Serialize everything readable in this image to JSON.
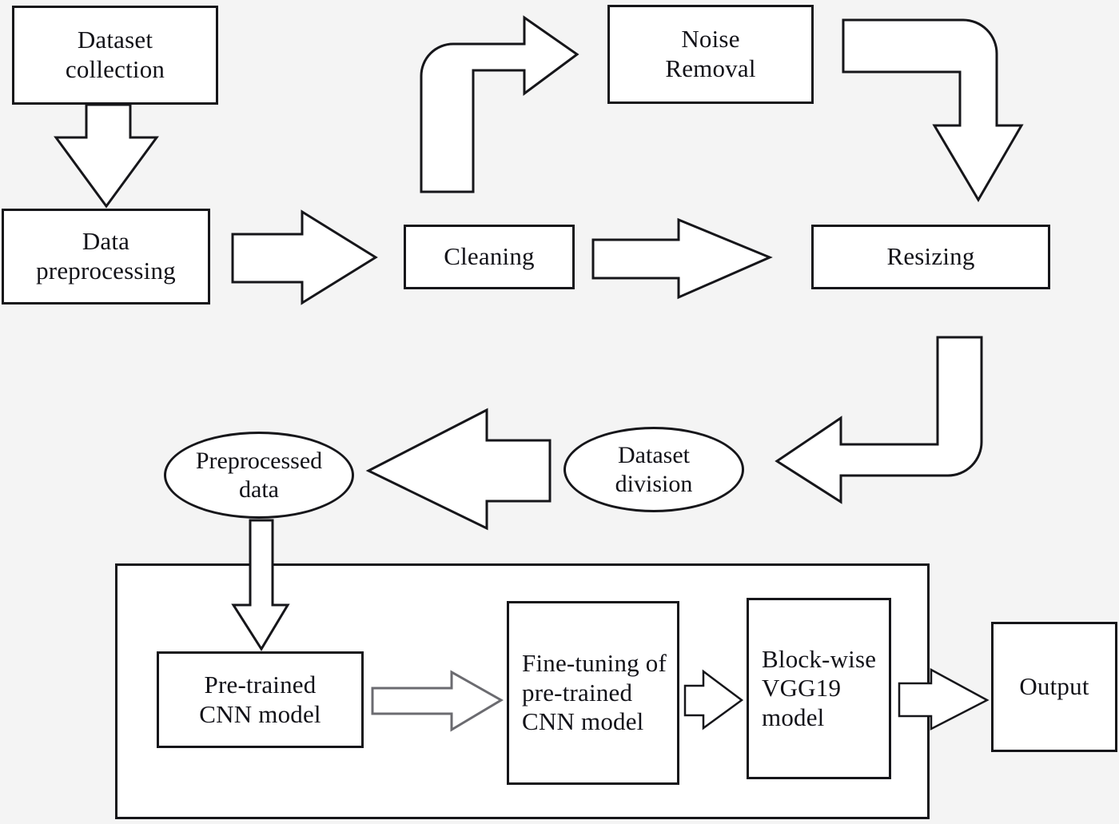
{
  "diagram": {
    "title": "Deep learning image classification pipeline flowchart",
    "background_color": "#f4f4f4",
    "stroke_color": "#16161a",
    "fill_color": "#ffffff",
    "nodes": {
      "dataset_collection": "Dataset\ncollection",
      "data_preprocessing": "Data\npreprocessing",
      "cleaning": "Cleaning",
      "noise_removal": "Noise\nRemoval",
      "resizing": "Resizing",
      "dataset_division": "Dataset\ndivision",
      "preprocessed_data": "Preprocessed\ndata",
      "pretrained_cnn": "Pre-trained\nCNN model",
      "fine_tuning": "Fine-tuning of\npre-trained\nCNN model",
      "blockwise_vgg19": "Block-wise\nVGG19\nmodel",
      "output": "Output"
    },
    "connectors": [
      {
        "name": "dataset-collection-to-data-preprocessing",
        "type": "arrow-down"
      },
      {
        "name": "data-preprocessing-to-cleaning",
        "type": "arrow-right"
      },
      {
        "name": "cleaning-to-noise-removal",
        "type": "arrow-bent-up-right"
      },
      {
        "name": "cleaning-to-resizing",
        "type": "arrow-right"
      },
      {
        "name": "noise-removal-to-resizing",
        "type": "arrow-bent-right-down"
      },
      {
        "name": "resizing-to-dataset-division",
        "type": "arrow-bent-down-left"
      },
      {
        "name": "dataset-division-to-preprocessed-data",
        "type": "arrow-left"
      },
      {
        "name": "preprocessed-data-to-pretrained-cnn",
        "type": "arrow-down"
      },
      {
        "name": "pretrained-cnn-to-fine-tuning",
        "type": "arrow-right"
      },
      {
        "name": "fine-tuning-to-blockwise-vgg19",
        "type": "arrow-right"
      },
      {
        "name": "blockwise-vgg19-to-output",
        "type": "arrow-right"
      }
    ]
  }
}
